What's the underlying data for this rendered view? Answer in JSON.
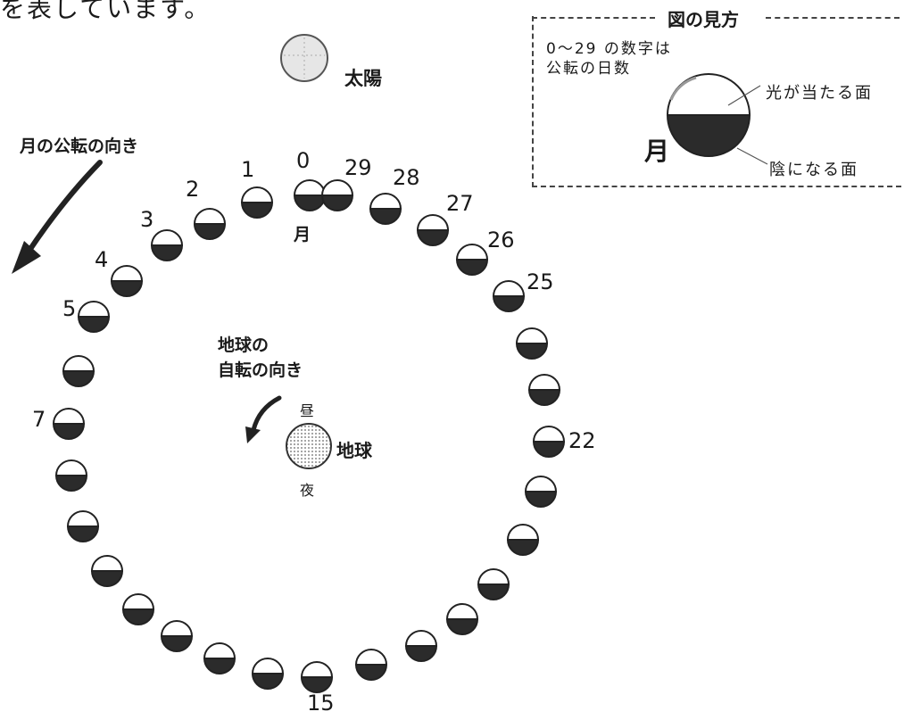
{
  "top_text": "を表しています。",
  "sun": {
    "label": "太陽"
  },
  "earth": {
    "label": "地球",
    "day_label": "昼",
    "night_label": "夜"
  },
  "revolution_label": "月の公転の向き",
  "rotation_label": "地球の\n自転の向き",
  "moon_label": "月",
  "legend": {
    "title": "図の見方",
    "note": "0～29 の数字は\n公転の日数",
    "lit_side": "光が当たる面",
    "shadow_side": "陰になる面",
    "moon": "月"
  },
  "day_labels": [
    "0",
    "1",
    "2",
    "3",
    "4",
    "5",
    "7",
    "15",
    "22",
    "25",
    "26",
    "27",
    "28",
    "29"
  ],
  "moon_count": 30,
  "colors": {
    "shadow": "#2b2b2b",
    "lit": "#ffffff",
    "stroke": "#222222"
  }
}
